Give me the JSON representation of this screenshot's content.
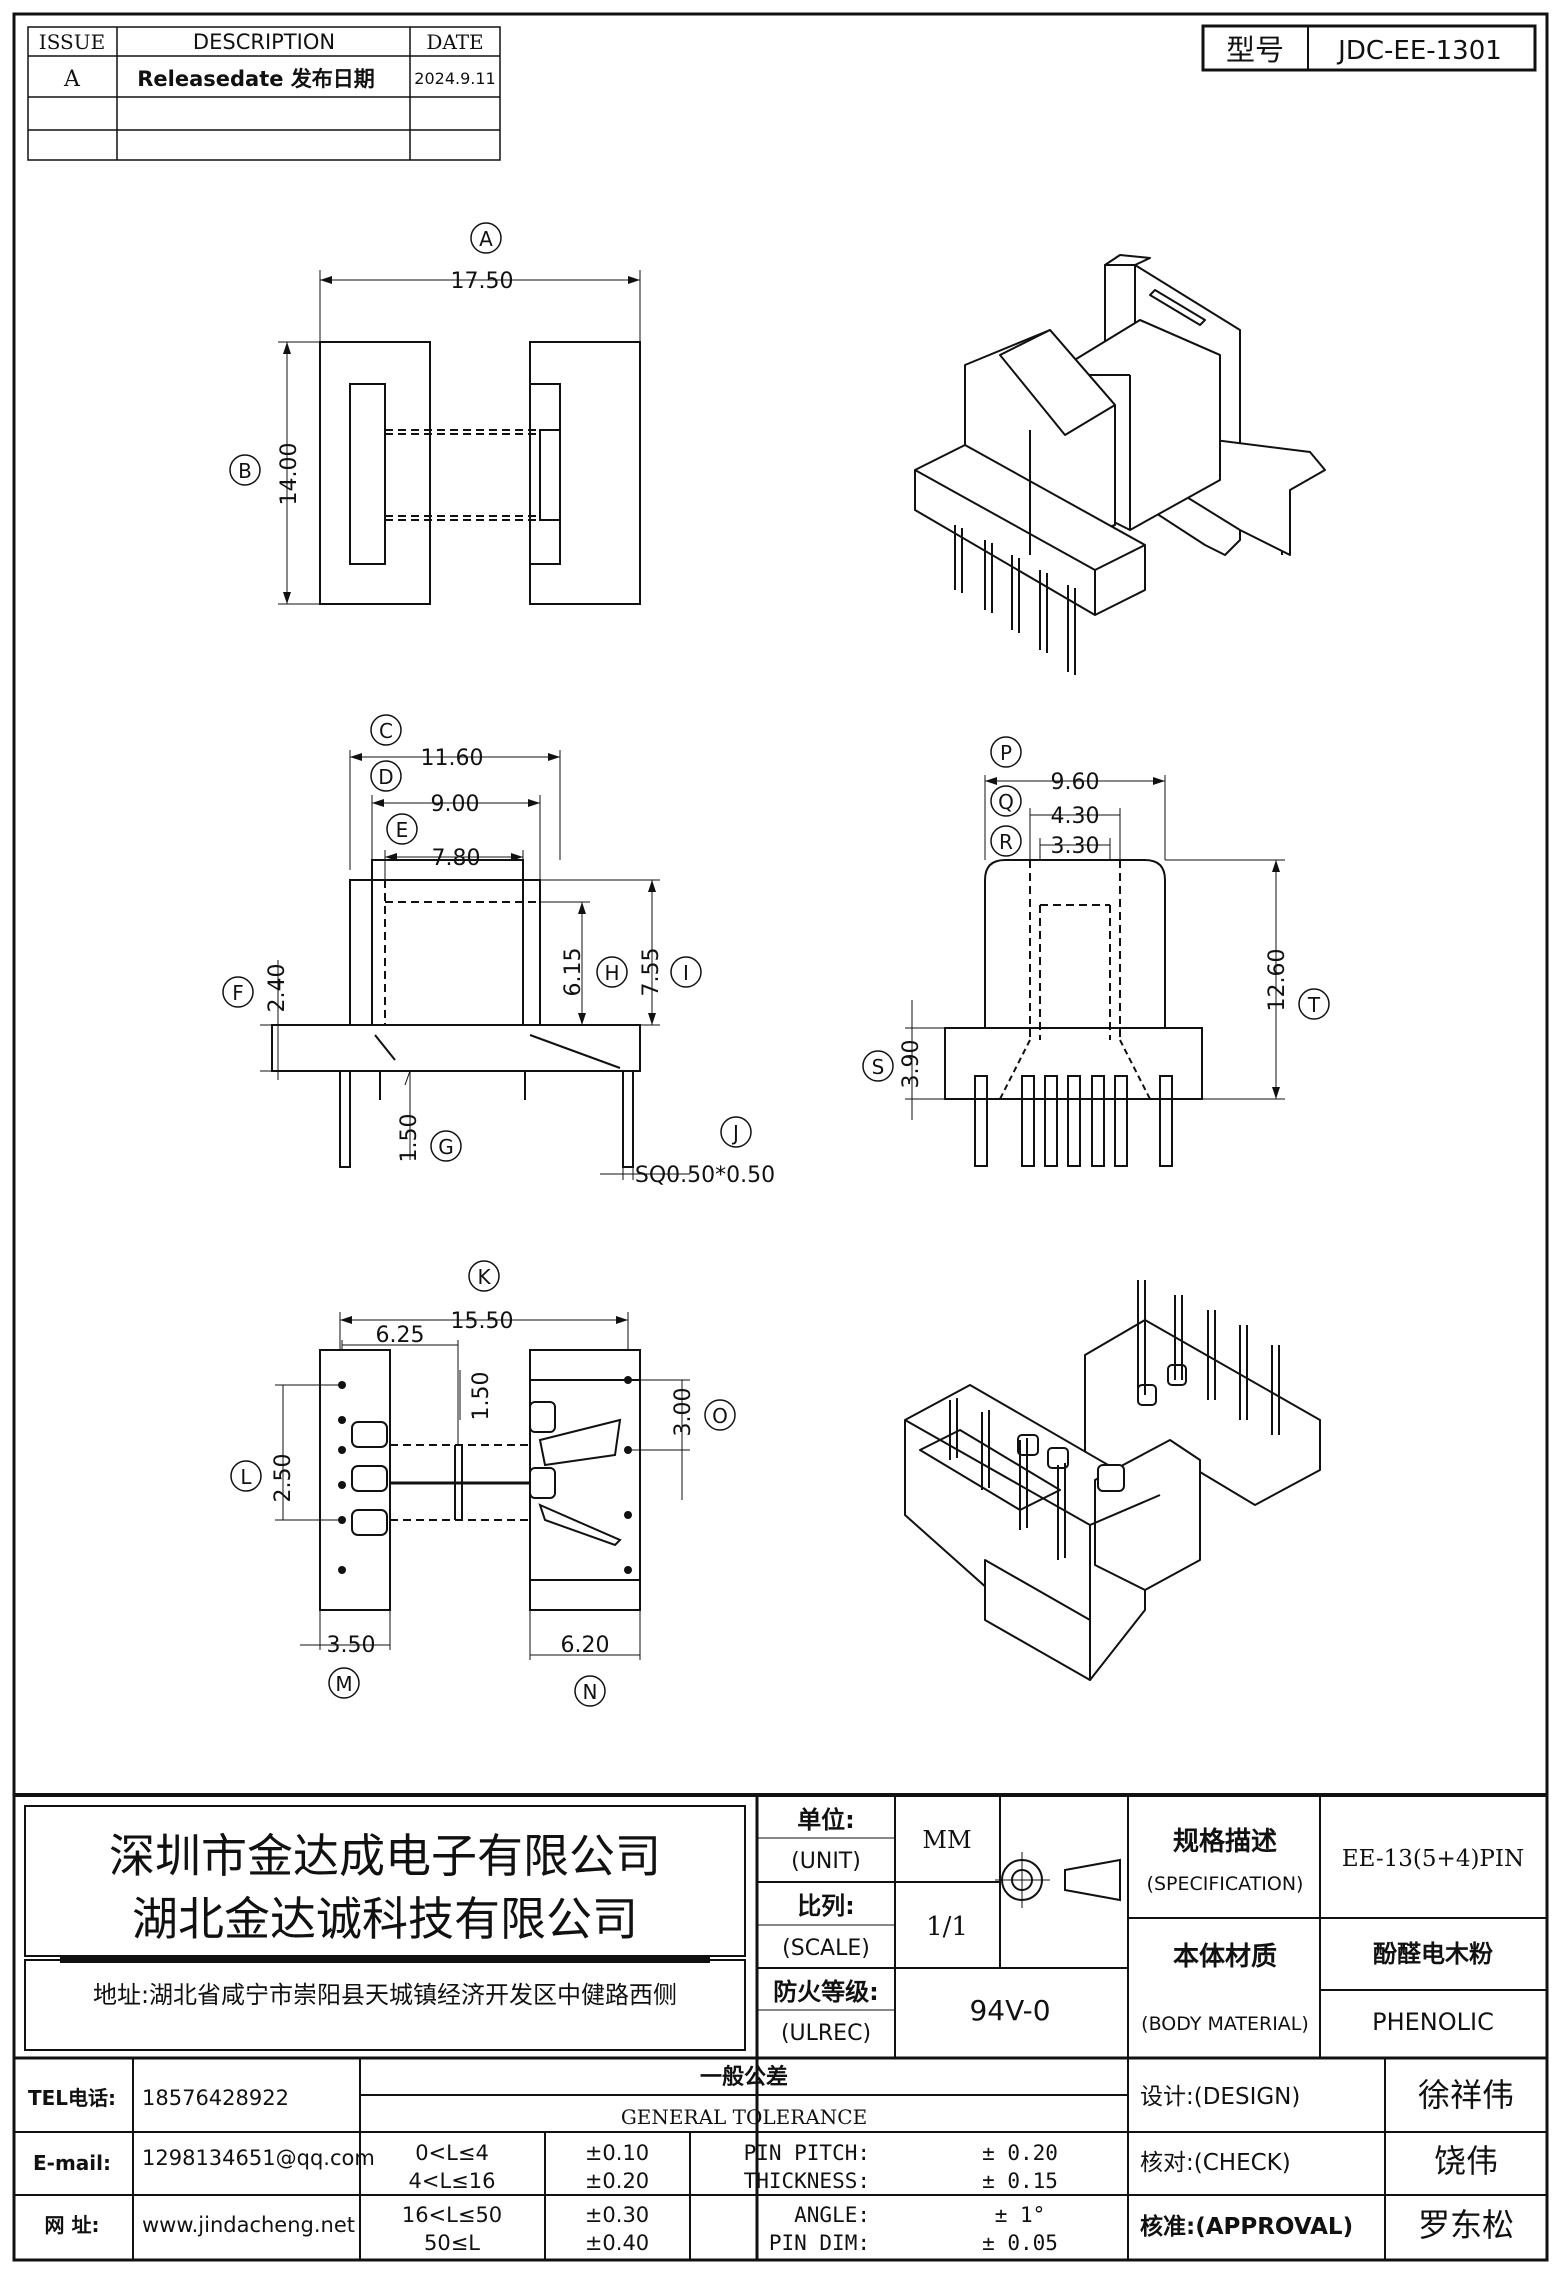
{
  "revision_table": {
    "headers": {
      "issue": "ISSUE",
      "description": "DESCRIPTION",
      "date": "DATE"
    },
    "rows": [
      {
        "issue": "A",
        "description": "Releasedate 发布日期",
        "date": "2024.9.11"
      },
      {
        "issue": "",
        "description": "",
        "date": ""
      },
      {
        "issue": "",
        "description": "",
        "date": ""
      }
    ]
  },
  "model": {
    "label": "型号",
    "value": "JDC-EE-1301"
  },
  "dimensions": {
    "A": "17.50",
    "B": "14.00",
    "C": "11.60",
    "D": "9.00",
    "E": "7.80",
    "F": "2.40",
    "G": "1.50",
    "H": "6.15",
    "I": "7.55",
    "J": "SQ0.50*0.50",
    "K": "15.50",
    "L": "2.50",
    "M": "3.50",
    "N": "6.20",
    "O": "3.00",
    "P": "9.60",
    "Q": "4.30",
    "R": "3.30",
    "S": "3.90",
    "T": "12.60",
    "k1": "6.25",
    "k2": "1.50"
  },
  "company": {
    "name1": "深圳市金达成电子有限公司",
    "name2": "湖北金达诚科技有限公司",
    "address": "地址:湖北省咸宁市崇阳县天城镇经济开发区中健路西侧"
  },
  "contact": {
    "tel_label": "TEL电话:",
    "tel": "18576428922",
    "email_label": "E-mail:",
    "email": "1298134651@qq.com",
    "web_label": "网  址:",
    "web": "www.jindacheng.net"
  },
  "specs": {
    "unit_label": "单位:",
    "unit_label_en": "(UNIT)",
    "unit": "MM",
    "scale_label": "比列:",
    "scale_label_en": "(SCALE)",
    "scale": "1/1",
    "ulrec_label": "防火等级:",
    "ulrec_label_en": "(ULREC)",
    "ulrec": "94V-0",
    "spec_label": "规格描述",
    "spec_label_en": "(SPECIFICATION)",
    "spec": "EE-13(5+4)PIN",
    "material_label": "本体材质",
    "material_label_en": "(BODY MATERIAL)",
    "material_cn": "酚醛电木粉",
    "material_en": "PHENOLIC"
  },
  "tolerance": {
    "title_cn": "一般公差",
    "title_en": "GENERAL TOLERANCE",
    "ranges": [
      {
        "range": "0<L≤4",
        "tol": "±0.10",
        "item": "PIN PITCH:",
        "val": "±  0.20"
      },
      {
        "range": "4<L≤16",
        "tol": "±0.20",
        "item": "THICKNESS:",
        "val": "±  0.15"
      },
      {
        "range": "16<L≤50",
        "tol": "±0.30",
        "item": "ANGLE:",
        "val": "±  1°"
      },
      {
        "range": "50≤L",
        "tol": "±0.40",
        "item": "PIN DIM:",
        "val": "±  0.05"
      }
    ]
  },
  "approvals": {
    "design_label": "设计:(DESIGN)",
    "design": "徐祥伟",
    "check_label": "核对:(CHECK)",
    "check": "饶伟",
    "approval_label": "核准:(APPROVAL)",
    "approval": "罗东松"
  }
}
